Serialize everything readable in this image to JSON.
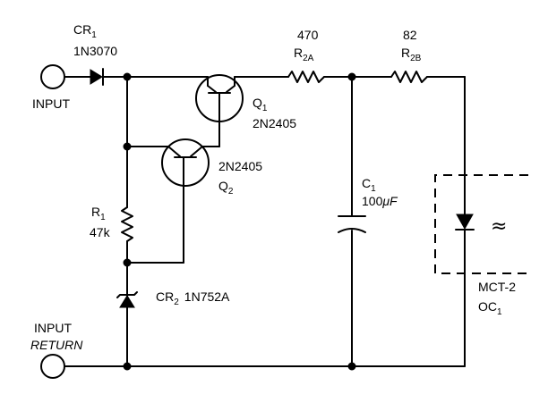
{
  "labels": {
    "cr1_ref": "CR",
    "cr1_sub": "1",
    "cr1_part": "1N3070",
    "input": "INPUT",
    "input_return_1": "INPUT",
    "input_return_2": "RETURN",
    "r2a_value": "470",
    "r2a_ref": "R",
    "r2a_sub": "2A",
    "r2b_value": "82",
    "r2b_ref": "R",
    "r2b_sub": "2B",
    "q1_ref": "Q",
    "q1_sub": "1",
    "q1_part": "2N2405",
    "q2_part": "2N2405",
    "q2_ref": "Q",
    "q2_sub": "2",
    "r1_ref": "R",
    "r1_sub": "1",
    "r1_value": "47k",
    "c1_ref": "C",
    "c1_sub": "1",
    "c1_value_num": "100",
    "c1_value_unit": "μF",
    "cr2_ref": "CR",
    "cr2_sub": "2",
    "cr2_part": "1N752A",
    "oc1_part": "MCT-2",
    "oc1_ref": "OC",
    "oc1_sub": "1",
    "light_glyph": "≈"
  }
}
